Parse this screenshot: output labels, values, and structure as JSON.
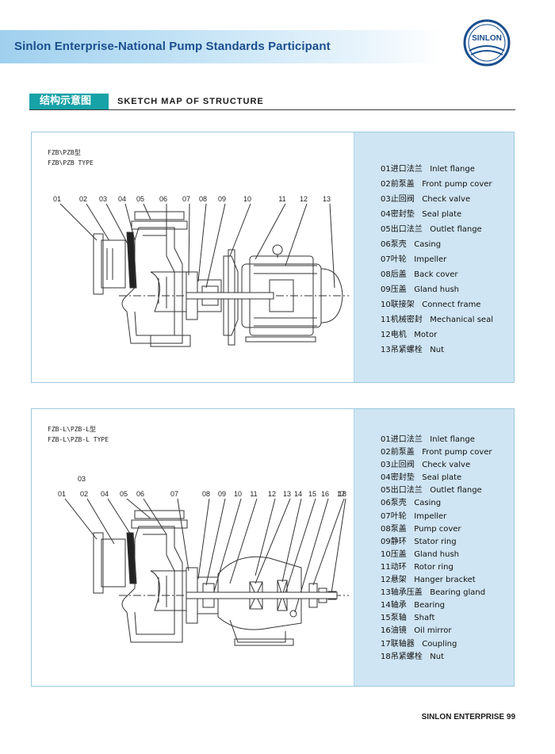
{
  "header": {
    "title": "Sinlon Enterprise-National Pump Standards Participant",
    "logo_text": "SINLON"
  },
  "section": {
    "title_cn": "结构示意图",
    "title_en": "SKETCH MAP OF STRUCTURE"
  },
  "panel1": {
    "type_cn": "FZB\\PZB型",
    "type_en": "FZB\\PZB TYPE",
    "callouts": [
      "01",
      "02",
      "03",
      "04",
      "05",
      "06",
      "07",
      "08",
      "09",
      "10",
      "11",
      "12",
      "13"
    ],
    "parts": [
      {
        "num": "01",
        "cn": "进口法兰",
        "en": "Inlet flange"
      },
      {
        "num": "02",
        "cn": "前泵盖",
        "en": "Front pump cover"
      },
      {
        "num": "03",
        "cn": "止回阀",
        "en": "Check valve"
      },
      {
        "num": "04",
        "cn": "密封垫",
        "en": "Seal plate"
      },
      {
        "num": "05",
        "cn": "出口法兰",
        "en": "Outlet flange"
      },
      {
        "num": "06",
        "cn": "泵壳",
        "en": "Casing"
      },
      {
        "num": "07",
        "cn": "叶轮",
        "en": "Impeller"
      },
      {
        "num": "08",
        "cn": "后盖",
        "en": "Back cover"
      },
      {
        "num": "09",
        "cn": "压盖",
        "en": "Gland hush"
      },
      {
        "num": "10",
        "cn": "联接架",
        "en": "Connect frame"
      },
      {
        "num": "11",
        "cn": "机械密封",
        "en": "Mechanical seal"
      },
      {
        "num": "12",
        "cn": "电机",
        "en": "Motor"
      },
      {
        "num": "13",
        "cn": "吊紧螺栓",
        "en": "Nut"
      }
    ]
  },
  "panel2": {
    "type_cn": "FZB-L\\PZB-L型",
    "type_en": "FZB-L\\PZB-L TYPE",
    "callout_03": "03",
    "callouts": [
      "01",
      "02",
      "04",
      "05",
      "06",
      "07",
      "08",
      "09",
      "10",
      "11",
      "12",
      "13",
      "14",
      "15",
      "16",
      "17",
      "18"
    ],
    "parts": [
      {
        "num": "01",
        "cn": "进口法兰",
        "en": "Inlet flange"
      },
      {
        "num": "02",
        "cn": "前泵盖",
        "en": "Front pump cover"
      },
      {
        "num": "03",
        "cn": "止回阀",
        "en": "Check valve"
      },
      {
        "num": "04",
        "cn": "密封垫",
        "en": "Seal plate"
      },
      {
        "num": "05",
        "cn": "出口法兰",
        "en": "Outlet flange"
      },
      {
        "num": "06",
        "cn": "泵壳",
        "en": "Casing"
      },
      {
        "num": "07",
        "cn": "叶轮",
        "en": "Impeller"
      },
      {
        "num": "08",
        "cn": "泵盖",
        "en": "Pump cover"
      },
      {
        "num": "09",
        "cn": "静环",
        "en": "Stator ring"
      },
      {
        "num": "10",
        "cn": "压盖",
        "en": "Gland hush"
      },
      {
        "num": "11",
        "cn": "动环",
        "en": "Rotor ring"
      },
      {
        "num": "12",
        "cn": "悬架",
        "en": "Hanger bracket"
      },
      {
        "num": "13",
        "cn": "轴承压盖",
        "en": "Bearing gland"
      },
      {
        "num": "14",
        "cn": "轴承",
        "en": "Bearing"
      },
      {
        "num": "15",
        "cn": "泵轴",
        "en": "Shaft"
      },
      {
        "num": "16",
        "cn": "油镜",
        "en": "Oil mirror"
      },
      {
        "num": "17",
        "cn": "联轴器",
        "en": "Coupling"
      },
      {
        "num": "18",
        "cn": "吊紧螺栓",
        "en": "Nut"
      }
    ]
  },
  "footer": {
    "text": "SINLON ENTERPRISE 99"
  }
}
